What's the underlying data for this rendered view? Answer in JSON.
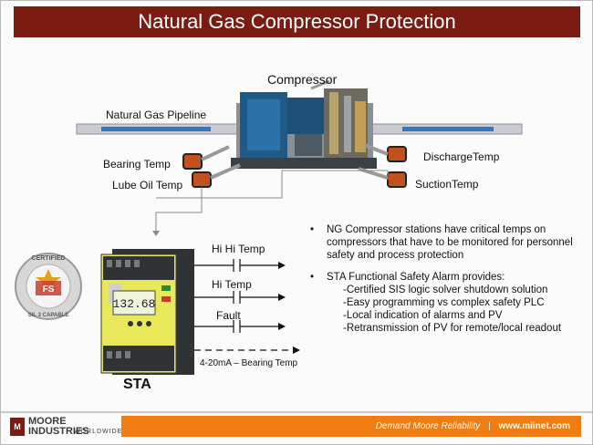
{
  "header": {
    "title": "Natural Gas Compressor Protection"
  },
  "labels": {
    "compressor": "Compressor",
    "pipeline": "Natural Gas Pipeline",
    "bearing_temp": "Bearing Temp",
    "lube_oil_temp": "Lube Oil Temp",
    "discharge_temp": "DischargeTemp",
    "suction_temp": "SuctionTemp",
    "hi_hi_temp": "Hi Hi Temp",
    "hi_temp": "Hi Temp",
    "fault": "Fault",
    "analog_output": "4-20mA – Bearing Temp",
    "sta": "STA",
    "display_value": "132.68"
  },
  "badge": {
    "top_text": "CERTIFIED",
    "bottom_text": "SIL 3 CAPABLE",
    "center_text": "FS"
  },
  "bullets": [
    {
      "text": "NG Compressor stations have critical temps on compressors that have to be monitored for personnel safety and process protection",
      "items": []
    },
    {
      "text": "STA Functional Safety Alarm provides:",
      "items": [
        "-Certified SIS logic solver shutdown solution",
        "-Easy programming vs complex safety PLC",
        "-Local indication of alarms and PV",
        "-Retransmission of PV for remote/local readout"
      ]
    }
  ],
  "footer": {
    "logo_mark": "M",
    "logo_text": "MOORE INDUSTRIES",
    "logo_sub": "WORLDWIDE",
    "tagline": "Demand Moore Reliability",
    "separator": "|",
    "url": "www.miinet.com"
  },
  "colors": {
    "title_bg": "#7a1c12",
    "footer_bg": "#f07c12",
    "pipe_blue": "#2e78c8"
  }
}
